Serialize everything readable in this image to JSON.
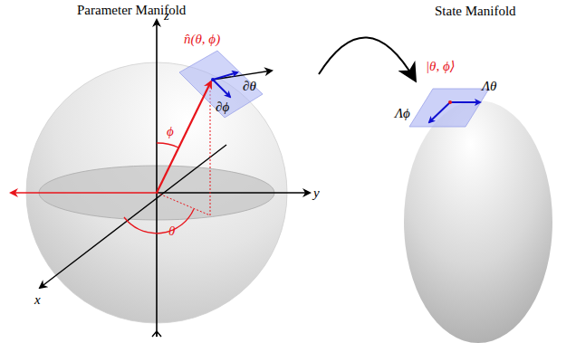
{
  "diagram": {
    "labels": [
      "Parameter Manifold",
      "State Manifold",
      "z",
      "y",
      "x",
      "n̂(θ, ϕ)",
      "∂θ",
      "∂ϕ",
      "ϕ",
      "θ",
      "|θ, ϕ⟩",
      "Λθ",
      "Λϕ"
    ]
  }
}
